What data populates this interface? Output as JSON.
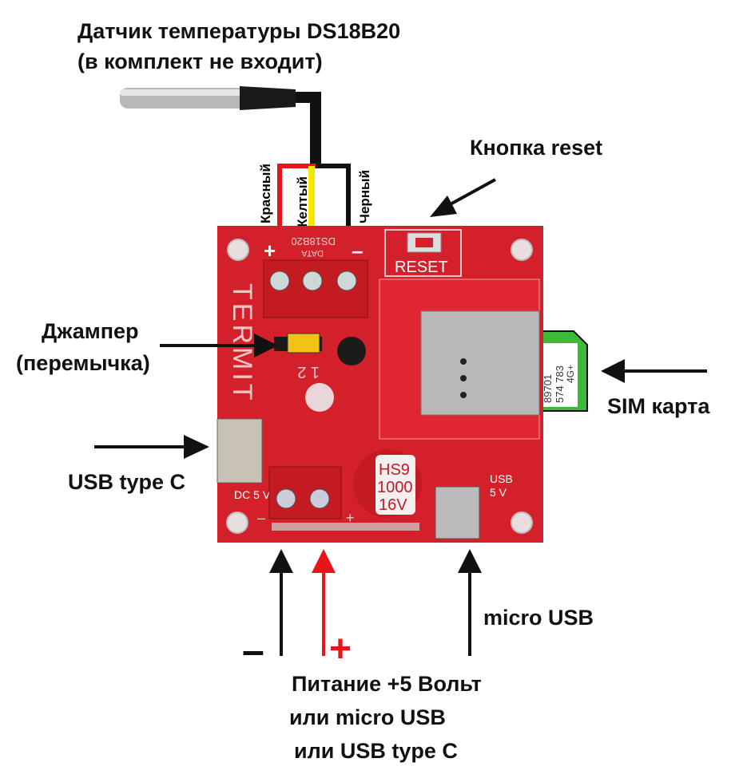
{
  "labels": {
    "sensor_title_1": "Датчик температуры DS18B20",
    "sensor_title_2": "(в комплект не входит)",
    "reset_button": "Кнопка reset",
    "jumper_1": "Джампер",
    "jumper_2": "(перемычка)",
    "sim_card": "SIM карта",
    "usb_type_c": "USB type C",
    "micro_usb": "micro USB",
    "power_1": "Питание +5 Вольт",
    "power_2": "или micro USB",
    "power_3": "или USB type C",
    "minus": "–",
    "plus": "+"
  },
  "wires": {
    "red": "Красный",
    "yellow": "Желтый",
    "black": "Черный"
  },
  "board": {
    "sensor_header": "DS18B20",
    "pin_plus": "+",
    "pin_data": "DATA",
    "pin_minus": "–",
    "reset": "RESET",
    "brand": "TERMIT",
    "jumper_pins": "1 2",
    "capacitor_1": "HS9",
    "capacitor_2": "1000",
    "capacitor_3": "16V",
    "dc": "DC 5 V",
    "dc_minus": "–",
    "dc_plus": "+",
    "usb_1": "USB",
    "usb_2": "5 V",
    "sim_1": "89701",
    "sim_2": "574 783",
    "sim_3": "4G+"
  },
  "colors": {
    "board": "#d3202a",
    "wire_red": "#e8141b",
    "wire_yellow": "#f5e800",
    "sim_green": "#3dba3a",
    "plus_red": "#e8141b"
  }
}
